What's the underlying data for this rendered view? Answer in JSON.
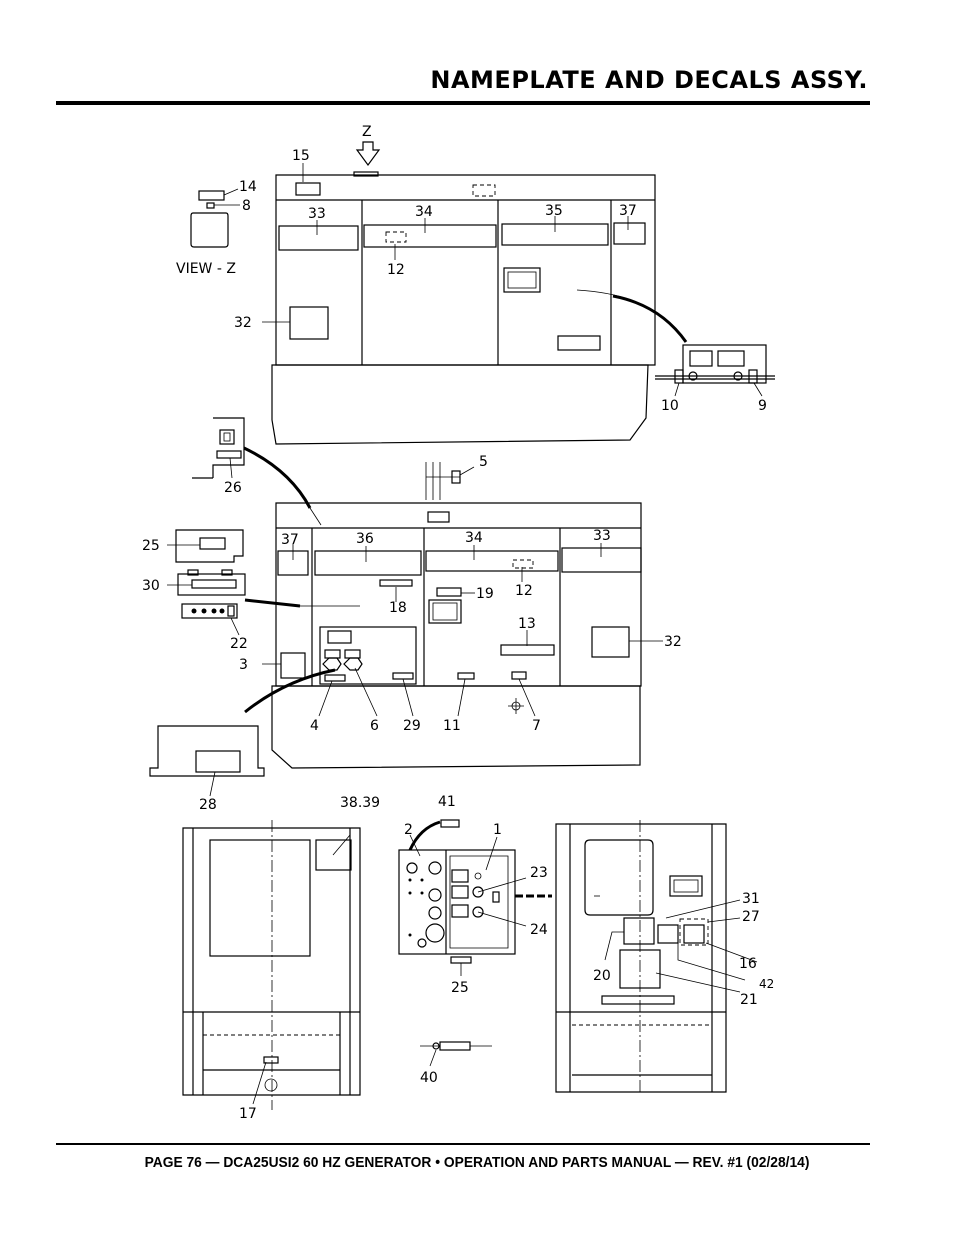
{
  "page": {
    "title": "NAMEPLATE AND DECALS ASSY.",
    "footer": "PAGE 76 — DCA25USI2 60 HZ GENERATOR • OPERATION AND PARTS MANUAL — REV. #1 (02/28/14)"
  },
  "diagram": {
    "view_arrow": "Z",
    "view_caption": "VIEW - Z",
    "callouts": {
      "c15": "15",
      "c14": "14",
      "c8": "8",
      "c33a": "33",
      "c34a": "34",
      "c35": "35",
      "c37a": "37",
      "c12a": "12",
      "c32a": "32",
      "c10": "10",
      "c9": "9",
      "c26": "26",
      "c5": "5",
      "c25a": "25",
      "c30": "30",
      "c22": "22",
      "c3": "3",
      "c37b": "37",
      "c36": "36",
      "c34b": "34",
      "c33b": "33",
      "c18": "18",
      "c19": "19",
      "c12b": "12",
      "c13": "13",
      "c32b": "32",
      "c4": "4",
      "c6": "6",
      "c29": "29",
      "c11": "11",
      "c7": "7",
      "c28": "28",
      "c3839": "38.39",
      "c41": "41",
      "c2": "2",
      "c1": "1",
      "c23": "23",
      "c24": "24",
      "c25b": "25",
      "c40": "40",
      "c17": "17",
      "c31": "31",
      "c27": "27",
      "c16": "16",
      "c20": "20",
      "c42": "42",
      "c21": "21"
    }
  }
}
